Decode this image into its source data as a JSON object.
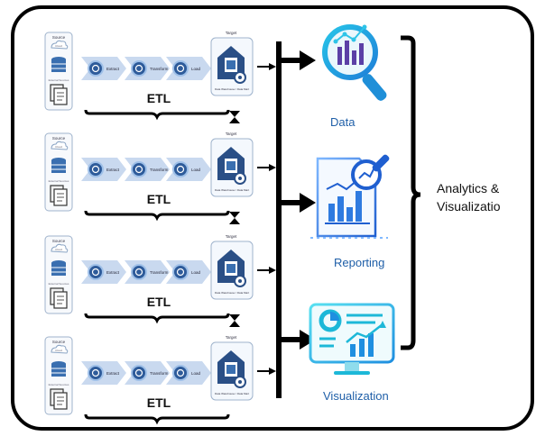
{
  "pipeline": {
    "source_label": "Source",
    "cloud_label": "Cloud",
    "files_label": "External Sources",
    "steps": [
      "Extract",
      "Transform",
      "Load"
    ],
    "target_label": "Target",
    "target_caption": "Data Warehouse / Data Mart",
    "etl_label": "ETL"
  },
  "pipelines_count_note": "four ETL rows",
  "outputs": [
    {
      "label": "Data",
      "icon": "magnifier-chart-icon"
    },
    {
      "label": "Reporting",
      "icon": "report-document-icon"
    },
    {
      "label": "Visualization",
      "icon": "dashboard-monitor-icon"
    }
  ],
  "summary_label_line1": "Analytics &",
  "summary_label_line2": "Visualizatio",
  "colors": {
    "accent_blue": "#1f6fd6",
    "arrow_fill": "#c9d9ef",
    "icon_ring": "#2e5b9a",
    "database": "#3a6fb0",
    "viz_cyan": "#1db8d8",
    "report_blue": "#2f7be0",
    "data_purple": "#5b3fa6"
  }
}
